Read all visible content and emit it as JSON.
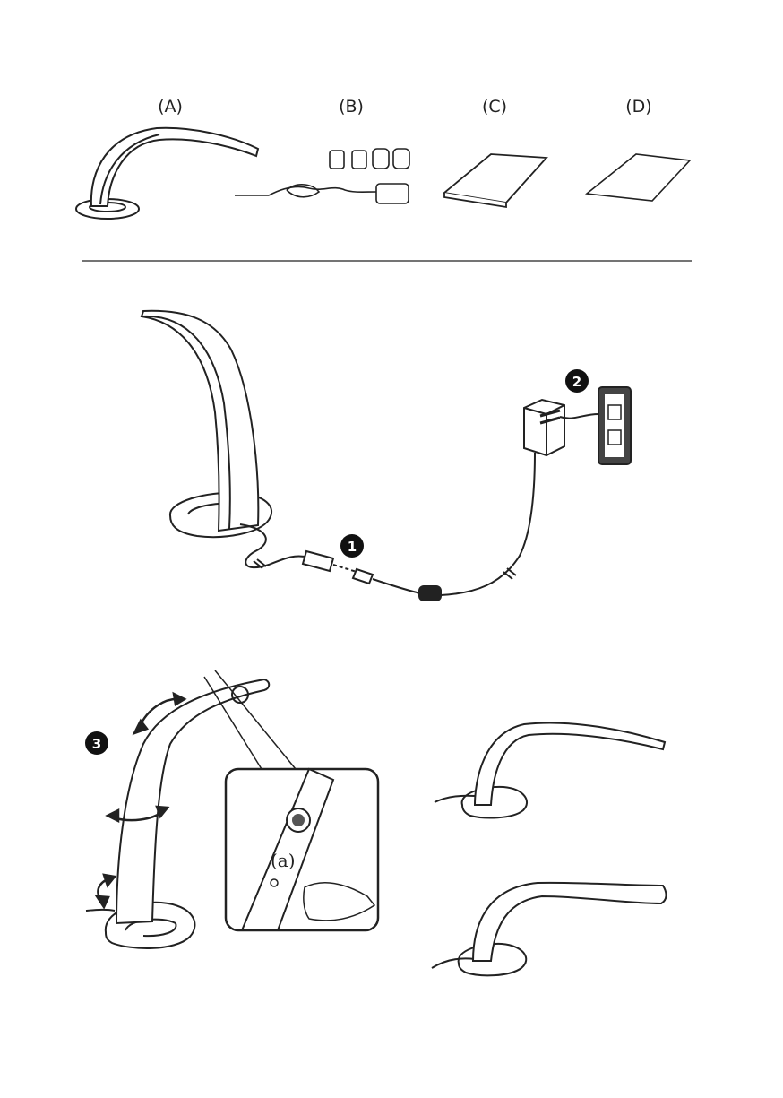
{
  "contents": {
    "items": [
      {
        "label": "(A)"
      },
      {
        "label": "(B)"
      },
      {
        "label": "(C)"
      },
      {
        "label": "(D)"
      }
    ]
  },
  "steps": {
    "connect_plug": "1",
    "plug_in_wall": "2",
    "adjust_lamp": "3"
  },
  "callout": {
    "button_label": "(a)"
  }
}
